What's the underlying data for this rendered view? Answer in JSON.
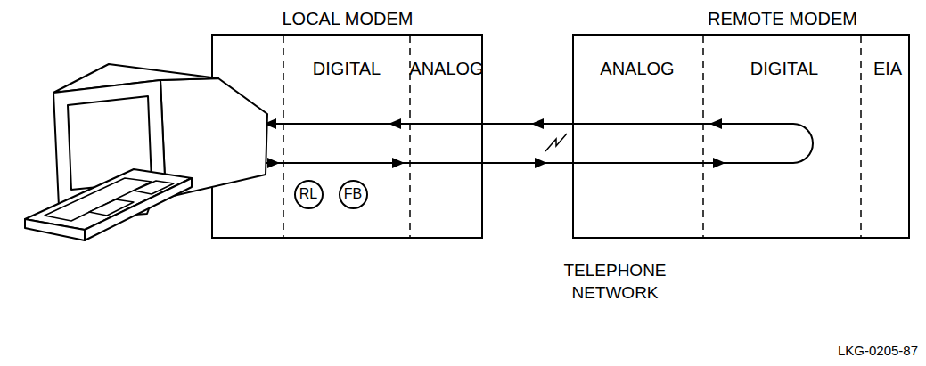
{
  "diagram": {
    "nodes": [
      {
        "text": [
          "LOCAL MODEM",
          "DIGITAL",
          "ANALOG"
        ]
      },
      {
        "text": [
          "RL"
        ],
        "in": 0
      },
      {
        "text": [
          "FB"
        ],
        "in": 0
      },
      {
        "text": [
          "REMOTE MODEM",
          "ANALOG",
          "DIGITAL",
          "EIA"
        ]
      }
    ],
    "labels": [
      "TELEPHONE NETWORK",
      "LKG-0205-87"
    ]
  }
}
